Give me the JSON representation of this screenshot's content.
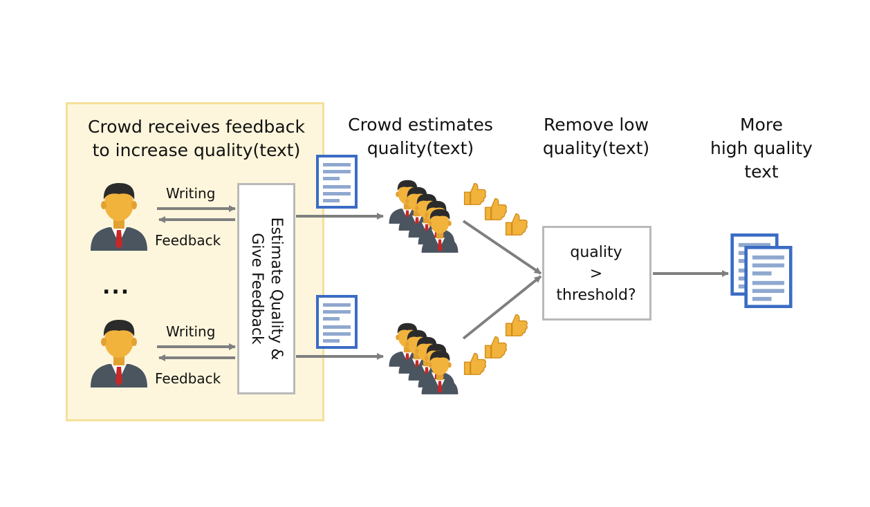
{
  "stages": {
    "feedback_panel": {
      "title_line1": "Crowd receives feedback",
      "title_line2": "to increase quality(text)"
    },
    "estimate": {
      "title_line1": "Crowd estimates",
      "title_line2": "quality(text)"
    },
    "remove": {
      "title_line1": "Remove low",
      "title_line2": "quality(text)"
    },
    "result": {
      "title_line1": "More",
      "title_line2": "high quality",
      "title_line3": "text"
    }
  },
  "workers": {
    "writing_label": "Writing",
    "feedback_label": "Feedback",
    "ellipsis": "..."
  },
  "estimator_box": {
    "line1": "Estimate Quality &",
    "line2": "Give Feedback"
  },
  "threshold_box": {
    "line1": "quality",
    "line2": ">",
    "line3": "threshold?"
  },
  "colors": {
    "panel_fill": "#fdf6dc",
    "panel_border": "#f6df9a",
    "document_blue": "#3b6cc4",
    "arrow_gray": "#7f7f7f",
    "skin": "#f2b33d",
    "hair": "#2b2b2b",
    "suit": "#4a5560",
    "tie": "#c62828",
    "thumb": "#f2b33d"
  },
  "icons": [
    "person-icon",
    "crowd-icon",
    "document-icon",
    "thumbs-up-icon",
    "document-stack-icon"
  ]
}
